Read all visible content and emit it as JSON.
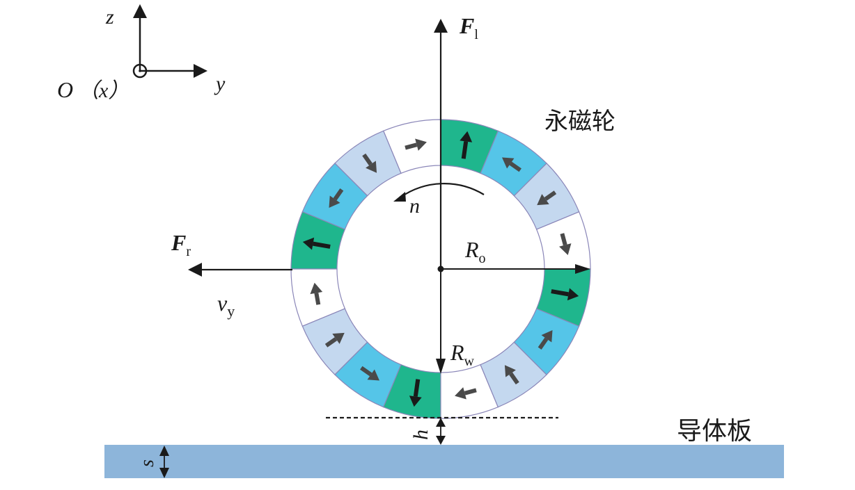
{
  "coordinate_system": {
    "axis_z": "z",
    "axis_y": "y",
    "origin": "O",
    "axis_x_paren": "（x）",
    "x_symbol": "circle-dot (into/out of page)"
  },
  "labels": {
    "F_l": "F",
    "F_l_sub": "l",
    "F_r": "F",
    "F_r_sub": "r",
    "v_y": "v",
    "v_y_sub": "y",
    "n": "n",
    "R_o": "R",
    "R_o_sub": "o",
    "R_w": "R",
    "R_w_sub": "w",
    "h": "h",
    "s": "s",
    "wheel": "永磁轮",
    "plate": "导体板"
  },
  "colors": {
    "green": "#1fb68d",
    "cyan": "#55c5e8",
    "light_blue": "#c4d8ef",
    "white": "#ffffff",
    "plate": "#8db5da",
    "segment_border": "#8a86b8",
    "arrow_dark": "#1a1a1a",
    "arrow_gray": "#4a4a4a"
  },
  "halbach_segments": [
    {
      "start_deg": 0,
      "type": "white",
      "arrow_deg": -75
    },
    {
      "start_deg": 22.5,
      "type": "light_blue",
      "arrow_deg": 215
    },
    {
      "start_deg": 45,
      "type": "cyan",
      "arrow_deg": 145
    },
    {
      "start_deg": 67.5,
      "type": "green",
      "arrow_deg": 82
    },
    {
      "start_deg": 90,
      "type": "white",
      "arrow_deg": 15
    },
    {
      "start_deg": 112.5,
      "type": "light_blue",
      "arrow_deg": -55
    },
    {
      "start_deg": 135,
      "type": "cyan",
      "arrow_deg": -125
    },
    {
      "start_deg": 157.5,
      "type": "green",
      "arrow_deg": 170
    },
    {
      "start_deg": 180,
      "type": "white",
      "arrow_deg": 100
    },
    {
      "start_deg": 202.5,
      "type": "light_blue",
      "arrow_deg": 35
    },
    {
      "start_deg": 225,
      "type": "cyan",
      "arrow_deg": -35
    },
    {
      "start_deg": 247.5,
      "type": "green",
      "arrow_deg": -98
    },
    {
      "start_deg": 270,
      "type": "white",
      "arrow_deg": 195
    },
    {
      "start_deg": 292.5,
      "type": "light_blue",
      "arrow_deg": 125
    },
    {
      "start_deg": 315,
      "type": "cyan",
      "arrow_deg": 55
    },
    {
      "start_deg": 337.5,
      "type": "green",
      "arrow_deg": -10
    }
  ]
}
